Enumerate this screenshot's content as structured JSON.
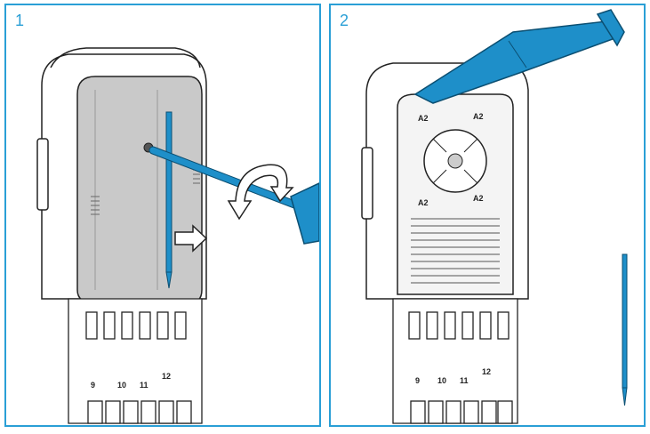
{
  "panels": [
    {
      "step": "1"
    },
    {
      "step": "2"
    }
  ],
  "tray_labels": [
    "A2",
    "A2",
    "A2",
    "A2"
  ],
  "port_labels": [
    "9",
    "10",
    "11",
    "12"
  ],
  "colors": {
    "accent": "#2a9fd6",
    "tool": "#1e8fc9",
    "tray": "#c9c9c9",
    "outline": "#222222"
  }
}
